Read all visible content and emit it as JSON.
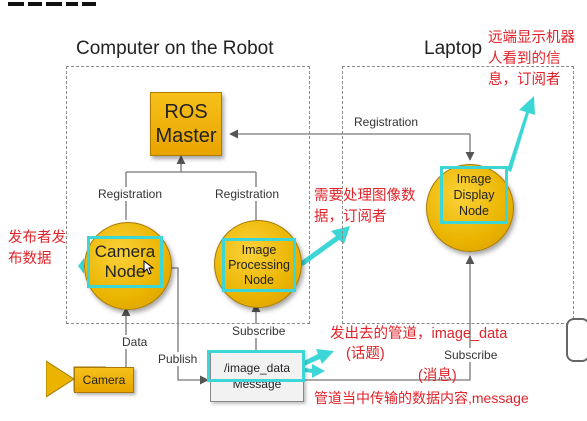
{
  "groups": {
    "robot_label": "Computer on the Robot",
    "laptop_label": "Laptop"
  },
  "nodes": {
    "ros_master_line1": "ROS",
    "ros_master_line2": "Master",
    "camera_node_line1": "Camera",
    "camera_node_line2": "Node",
    "image_processing_line1": "Image",
    "image_processing_line2": "Processing",
    "image_processing_line3": "Node",
    "image_display_line1": "Image",
    "image_display_line2": "Display",
    "image_display_line3": "Node",
    "camera": "Camera",
    "topic_line1": "/image_data",
    "topic_line2": "Message"
  },
  "edges": {
    "registration_laptop": "Registration",
    "registration_camera": "Registration",
    "registration_processing": "Registration",
    "data": "Data",
    "publish": "Publish",
    "subscribe_processing": "Subscribe",
    "subscribe_display": "Subscribe"
  },
  "annotations": {
    "publisher": "发布者发布数据",
    "processing_subscriber": "需要处理图像数据，订阅者",
    "display_subscriber": "远端显示机器人看到的信息，订阅者",
    "topic_pipe_line1": "发出去的管道，image_data",
    "topic_pipe_line2": "(话题)",
    "message_line1": "(消息)",
    "message_line2": "管道当中传输的数据内容,message"
  },
  "colors": {
    "annotation_red": "#e0232a",
    "highlight_cyan": "#3cd6d6",
    "node_yellow": "#eab400"
  }
}
